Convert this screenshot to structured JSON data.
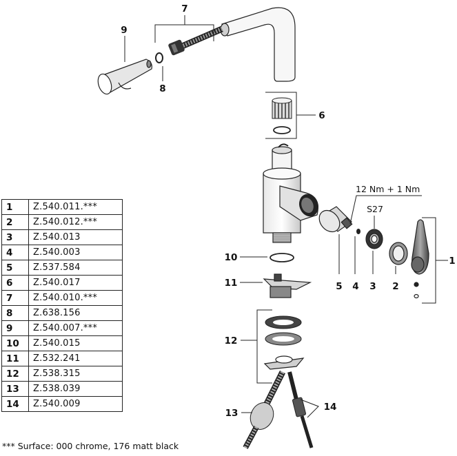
{
  "parts_table": [
    {
      "num": "1",
      "code": "Z.540.011.***"
    },
    {
      "num": "2",
      "code": "Z.540.012.***"
    },
    {
      "num": "3",
      "code": "Z.540.013"
    },
    {
      "num": "4",
      "code": "Z.540.003"
    },
    {
      "num": "5",
      "code": "Z.537.584"
    },
    {
      "num": "6",
      "code": "Z.540.017"
    },
    {
      "num": "7",
      "code": "Z.540.010.***"
    },
    {
      "num": "8",
      "code": "Z.638.156"
    },
    {
      "num": "9",
      "code": "Z.540.007.***"
    },
    {
      "num": "10",
      "code": "Z.540.015"
    },
    {
      "num": "11",
      "code": "Z.532.241"
    },
    {
      "num": "12",
      "code": "Z.538.315"
    },
    {
      "num": "13",
      "code": "Z.538.039"
    },
    {
      "num": "14",
      "code": "Z.540.009"
    }
  ],
  "footnote": "*** Surface: 000 chrome, 176 matt black",
  "diagram": {
    "callouts": {
      "c1": "1",
      "c2": "2",
      "c3": "3",
      "c4": "4",
      "c5": "5",
      "c6": "6",
      "c7": "7",
      "c8": "8",
      "c9": "9",
      "c10": "10",
      "c11": "11",
      "c12": "12",
      "c13": "13",
      "c14": "14"
    },
    "torque": "12 Nm + 1 Nm",
    "wrench_size": "S27"
  }
}
